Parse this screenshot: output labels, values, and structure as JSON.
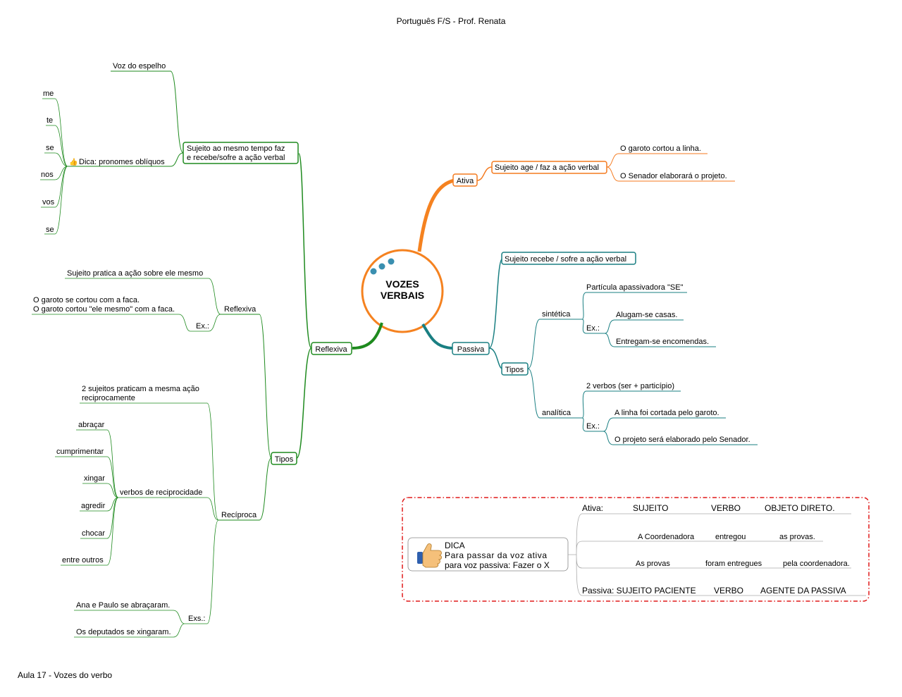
{
  "header": {
    "title": "Português F/S - Prof. Renata"
  },
  "footer": {
    "text": "Aula 17 - Vozes do verbo"
  },
  "center": {
    "line1": "VOZES",
    "line2": "VERBAIS"
  },
  "colors": {
    "ativa": "#f47a1f",
    "passiva": "#1a7f82",
    "reflexiva": "#1e8a1e",
    "dica_border": "#e01a1a"
  },
  "ativa": {
    "label": "Ativa",
    "def": "Sujeito age / faz a ação verbal",
    "examples": [
      "O garoto cortou a linha.",
      "O Senador elaborará o projeto."
    ]
  },
  "passiva": {
    "label": "Passiva",
    "def": "Sujeito recebe / sofre a ação verbal",
    "tipos_label": "Tipos",
    "sintetica": {
      "label": "sintética",
      "particle": "Partícula apassivadora \"SE\"",
      "ex_label": "Ex.:",
      "examples": [
        "Alugam-se casas.",
        "Entregam-se encomendas."
      ]
    },
    "analitica": {
      "label": "analítica",
      "rule": "2 verbos (ser + particípio)",
      "ex_label": "Ex.:",
      "examples": [
        "A linha foi cortada pelo garoto.",
        "O projeto será elaborado pelo Senador."
      ]
    }
  },
  "reflexiva": {
    "label": "Reflexiva",
    "def_line1": "Sujeito ao mesmo tempo faz",
    "def_line2": "e recebe/sofre a ação verbal",
    "mirror": "Voz do espelho",
    "dica": "Dica: pronomes oblíquos",
    "pronouns": [
      "me",
      "te",
      "se",
      "nos",
      "vos",
      "se"
    ],
    "tipos_label": "Tipos",
    "reflexiva_tipo": {
      "label": "Reflexiva",
      "def": "Sujeito pratica a ação sobre ele mesmo",
      "ex_label": "Ex.:",
      "ex_line1": "O garoto se cortou com a faca.",
      "ex_line2": "O garoto cortou \"ele mesmo\" com a faca."
    },
    "reciproca": {
      "label": "Recíproca",
      "def_line1": "2 sujeitos praticam a mesma ação",
      "def_line2": "reciprocamente",
      "verbs_label": "verbos de reciprocidade",
      "verbs": [
        "abraçar",
        "cumprimentar",
        "xingar",
        "agredir",
        "chocar",
        "entre outros"
      ],
      "ex_label": "Exs.:",
      "examples": [
        "Ana e Paulo se abraçaram.",
        "Os deputados se xingaram."
      ]
    }
  },
  "dica_box": {
    "title": "DICA",
    "line1": "Para passar da voz ativa",
    "line2": "para voz passiva: Fazer o X",
    "ativa_row": [
      "Ativa:",
      "SUJEITO",
      "VERBO",
      "OBJETO DIRETO."
    ],
    "row2": [
      "A Coordenadora",
      "entregou",
      "as provas."
    ],
    "row3": [
      "As provas",
      "foram entregues",
      "pela coordenadora."
    ],
    "passiva_row": [
      "Passiva: SUJEITO PACIENTE",
      "VERBO",
      "AGENTE DA PASSIVA"
    ]
  }
}
